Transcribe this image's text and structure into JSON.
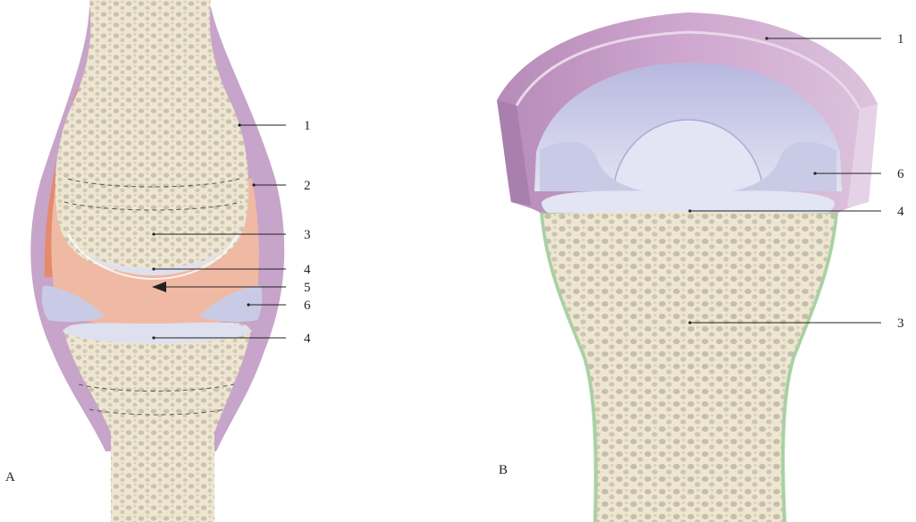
{
  "panels": [
    {
      "id": "A",
      "label": "A",
      "callouts": [
        {
          "id": "a1",
          "number": "1"
        },
        {
          "id": "a2",
          "number": "2"
        },
        {
          "id": "a3",
          "number": "3"
        },
        {
          "id": "a4top",
          "number": "4"
        },
        {
          "id": "a5",
          "number": "5"
        },
        {
          "id": "a6",
          "number": "6"
        },
        {
          "id": "a4bot",
          "number": "4"
        }
      ]
    },
    {
      "id": "B",
      "label": "B",
      "callouts": [
        {
          "id": "b1",
          "number": "1"
        },
        {
          "id": "b6",
          "number": "6"
        },
        {
          "id": "b4",
          "number": "4"
        },
        {
          "id": "b3",
          "number": "3"
        }
      ]
    }
  ],
  "colors": {
    "bone": "#efe6cf",
    "bone_pore": "#c9c2b4",
    "capsule": "#c7a4c9",
    "capsule_dark": "#a97fae",
    "synovial_membrane": "#e58a6c",
    "joint_cavity": "#f0b9a4",
    "cartilage": "#dfe0ef",
    "meniscus": "#c9cbe6",
    "periosteum": "#a9d1a3"
  }
}
